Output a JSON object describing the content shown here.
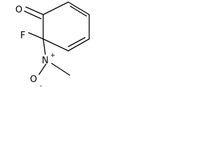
{
  "molecule": {
    "atoms": {
      "oxygen_carbonyl": "O",
      "fluorine": "F",
      "nitrogen": "N",
      "nitro_plus": "+",
      "oxygen_nitro": "O",
      "nitro_minus": "-"
    },
    "color": "#000000"
  }
}
